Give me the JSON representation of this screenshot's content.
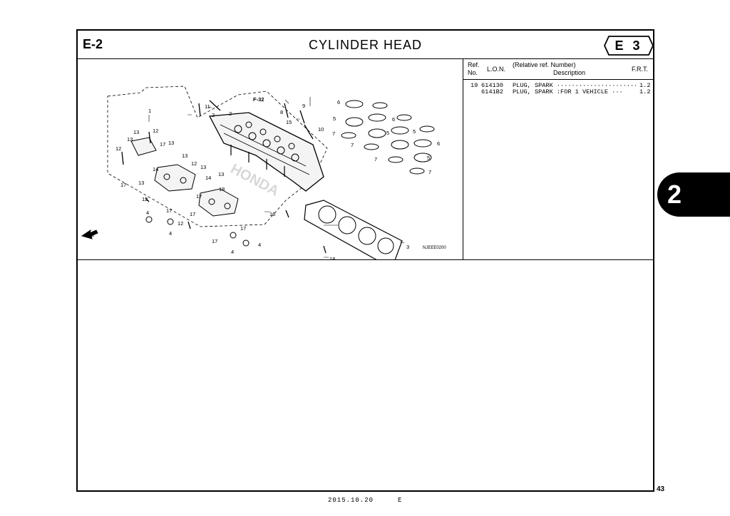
{
  "header": {
    "section_code": "E-2",
    "title": "CYLINDER HEAD",
    "group_badge": "E 3"
  },
  "diagram": {
    "ref_callouts": [
      "1",
      "2",
      "2",
      "3",
      "4",
      "4",
      "4",
      "4",
      "5",
      "5",
      "5",
      "5",
      "6",
      "6",
      "6",
      "7",
      "7",
      "7",
      "7",
      "8",
      "9",
      "10",
      "11",
      "12",
      "12",
      "12",
      "12",
      "12",
      "13",
      "13",
      "13",
      "13",
      "13",
      "13",
      "13",
      "14",
      "14",
      "15",
      "16",
      "17",
      "17",
      "17",
      "17",
      "17",
      "17",
      "17",
      "18",
      "18",
      "19"
    ],
    "cross_ref": "F-32",
    "direction_label": "FR.",
    "diagram_code": "NJEEE0200",
    "watermark": "HONDA"
  },
  "parts_table": {
    "headers": {
      "ref_no_line1": "Ref.",
      "ref_no_line2": "No.",
      "lon": "L.O.N.",
      "description_line1": "(Relative ref. Number)",
      "description_line2": "Description",
      "frt": "F.R.T."
    },
    "rows": [
      {
        "ref": "19",
        "lon": "614130",
        "description": "PLUG, SPARK ······················",
        "frt": "1.2"
      },
      {
        "ref": "",
        "lon": "6141B2",
        "description": "PLUG, SPARK :FOR 1 VEHICLE ···",
        "frt": "1.2"
      }
    ]
  },
  "side_tab": "2",
  "page_number": "43",
  "footer": {
    "date": "2015.10.20",
    "code": "E"
  }
}
